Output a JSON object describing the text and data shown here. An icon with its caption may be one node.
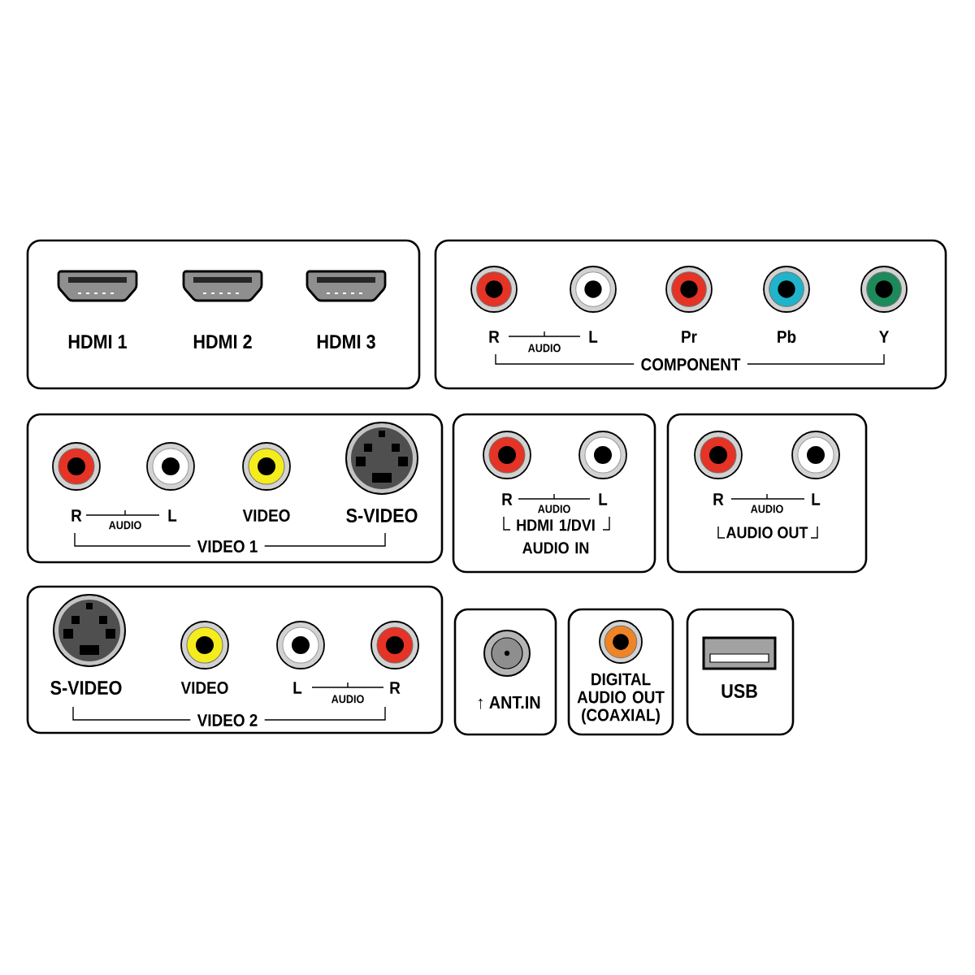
{
  "diagram": {
    "nodes": [
      {
        "text": [
          "HDMI 1",
          "HDMI 2",
          "HDMI 3"
        ]
      },
      {
        "text": [
          "R",
          "L",
          "Pr",
          "Pb",
          "Y",
          "AUDIO",
          "COMPONENT"
        ]
      },
      {
        "text": [
          "R",
          "L",
          "VIDEO",
          "S-VIDEO",
          "AUDIO",
          "VIDEO 1"
        ]
      },
      {
        "text": [
          "R",
          "L",
          "AUDIO",
          "HDMI 1/DVI AUDIO IN"
        ]
      },
      {
        "text": [
          "R",
          "L",
          "AUDIO",
          "AUDIO OUT"
        ]
      },
      {
        "text": [
          "S-VIDEO",
          "VIDEO",
          "L",
          "R",
          "AUDIO",
          "VIDEO 2"
        ]
      },
      {
        "text": [
          "↑ ANT.IN"
        ]
      },
      {
        "text": [
          "DIGITAL AUDIO OUT (COAXIAL)"
        ]
      },
      {
        "text": [
          "USB"
        ]
      }
    ]
  }
}
